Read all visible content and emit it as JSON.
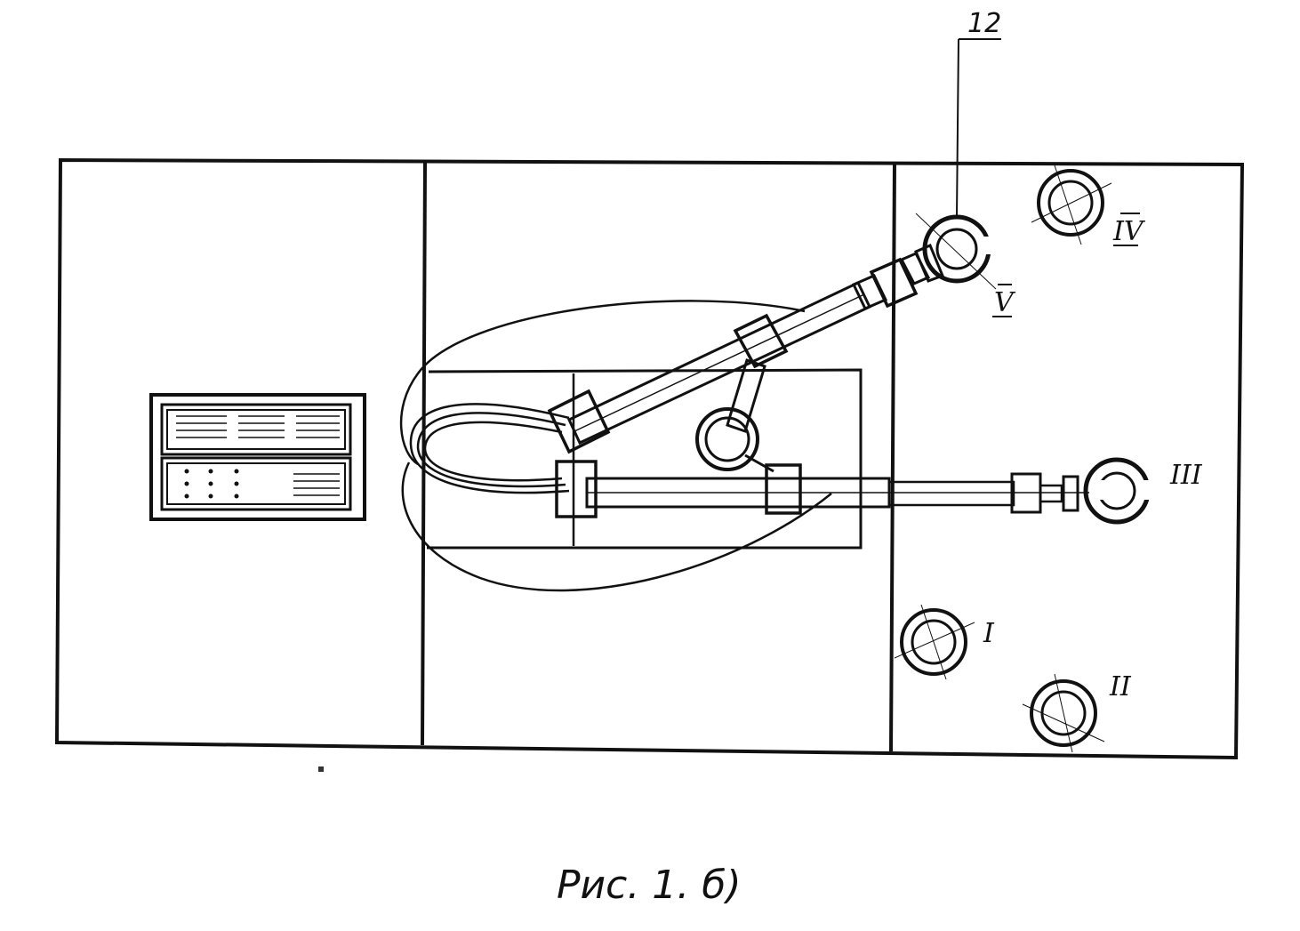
{
  "drawing": {
    "callout_number": "12",
    "position_labels": {
      "I": "I",
      "II": "II",
      "III": "III",
      "IV": "IV",
      "V": "V"
    },
    "caption": "Рис. 1. б)",
    "ink_color": "#111111",
    "paper_color": "#ffffff"
  }
}
